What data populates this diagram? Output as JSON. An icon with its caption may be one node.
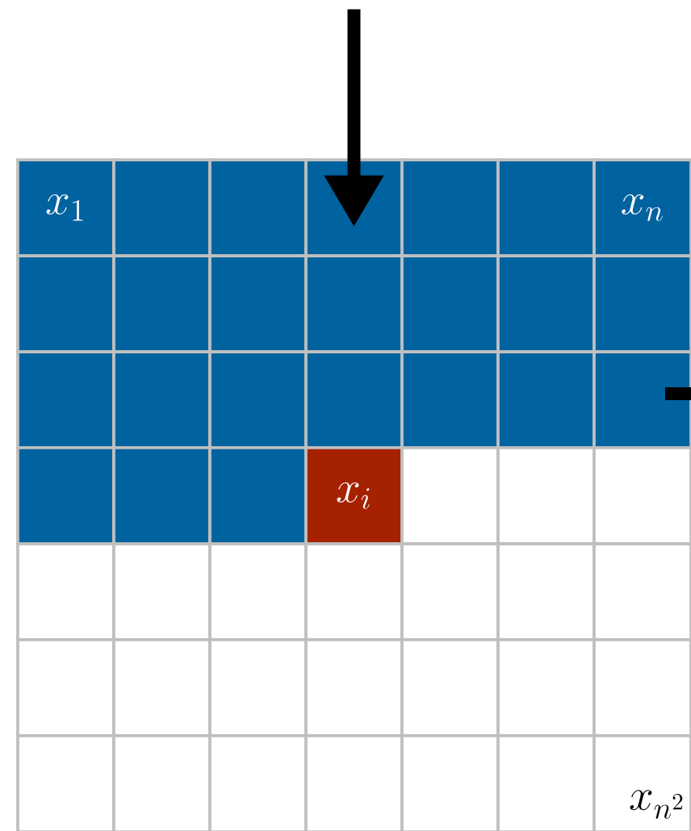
{
  "diagram": {
    "nodes": [
      {
        "text": [
          "x_1"
        ]
      },
      {
        "text": [],
        "shape": "box"
      },
      {
        "text": [],
        "shape": "box"
      },
      {
        "text": [],
        "shape": "box"
      },
      {
        "text": [],
        "shape": "box"
      },
      {
        "text": [],
        "shape": "box"
      },
      {
        "text": [
          "x_n"
        ]
      },
      {
        "text": [],
        "shape": "box"
      },
      {
        "text": [],
        "shape": "box"
      },
      {
        "text": [],
        "shape": "box"
      },
      {
        "text": [],
        "shape": "box"
      },
      {
        "text": [],
        "shape": "box"
      },
      {
        "text": [],
        "shape": "box"
      },
      {
        "text": [],
        "shape": "box"
      },
      {
        "text": [],
        "shape": "box"
      },
      {
        "text": [],
        "shape": "box"
      },
      {
        "text": [],
        "shape": "box"
      },
      {
        "text": [],
        "shape": "box"
      },
      {
        "text": [],
        "shape": "box"
      },
      {
        "text": [],
        "shape": "box"
      },
      {
        "text": [],
        "shape": "box"
      },
      {
        "text": [],
        "shape": "box"
      },
      {
        "text": [],
        "shape": "box"
      },
      {
        "text": [],
        "shape": "box"
      },
      {
        "text": [
          "x_i"
        ]
      },
      {
        "text": [],
        "shape": "box"
      },
      {
        "text": [],
        "shape": "box"
      },
      {
        "text": [],
        "shape": "box"
      },
      {
        "text": [],
        "shape": "box"
      },
      {
        "text": [],
        "shape": "box"
      },
      {
        "text": [],
        "shape": "box"
      },
      {
        "text": [],
        "shape": "box"
      },
      {
        "text": [],
        "shape": "box"
      },
      {
        "text": [],
        "shape": "box"
      },
      {
        "text": [],
        "shape": "box"
      },
      {
        "text": [],
        "shape": "box"
      },
      {
        "text": [],
        "shape": "box"
      },
      {
        "text": [],
        "shape": "box"
      },
      {
        "text": [],
        "shape": "box"
      },
      {
        "text": [],
        "shape": "box"
      },
      {
        "text": [],
        "shape": "box"
      },
      {
        "text": [],
        "shape": "box"
      },
      {
        "text": [],
        "shape": "box"
      },
      {
        "text": [],
        "shape": "box"
      },
      {
        "text": [],
        "shape": "box"
      },
      {
        "text": [],
        "shape": "box"
      },
      {
        "text": [],
        "shape": "box"
      },
      {
        "text": [],
        "shape": "box"
      },
      {
        "text": [
          "x_{n^2}"
        ]
      }
    ],
    "edges": [
      {
        "from": null,
        "to": 3,
        "arrow": "to"
      }
    ]
  }
}
